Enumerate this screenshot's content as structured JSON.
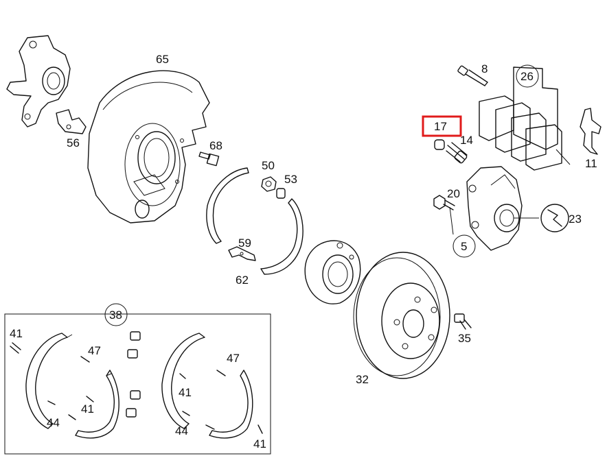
{
  "diagram": {
    "highlight_color": "#e01b1b",
    "highlighted_part": "17",
    "labels": {
      "p65": "65",
      "p56": "56",
      "p68": "68",
      "p50": "50",
      "p53": "53",
      "p59": "59",
      "p62": "62",
      "p8": "8",
      "p26": "26",
      "p17": "17",
      "p14": "14",
      "p11": "11",
      "p20": "20",
      "p23": "23",
      "p5": "5",
      "p35": "35",
      "p32": "32",
      "p38": "38",
      "p41a": "41",
      "p47a": "47",
      "p41b": "41",
      "p44a": "44",
      "p47b": "47",
      "p41c": "41",
      "p44b": "44",
      "p41d": "41"
    }
  }
}
